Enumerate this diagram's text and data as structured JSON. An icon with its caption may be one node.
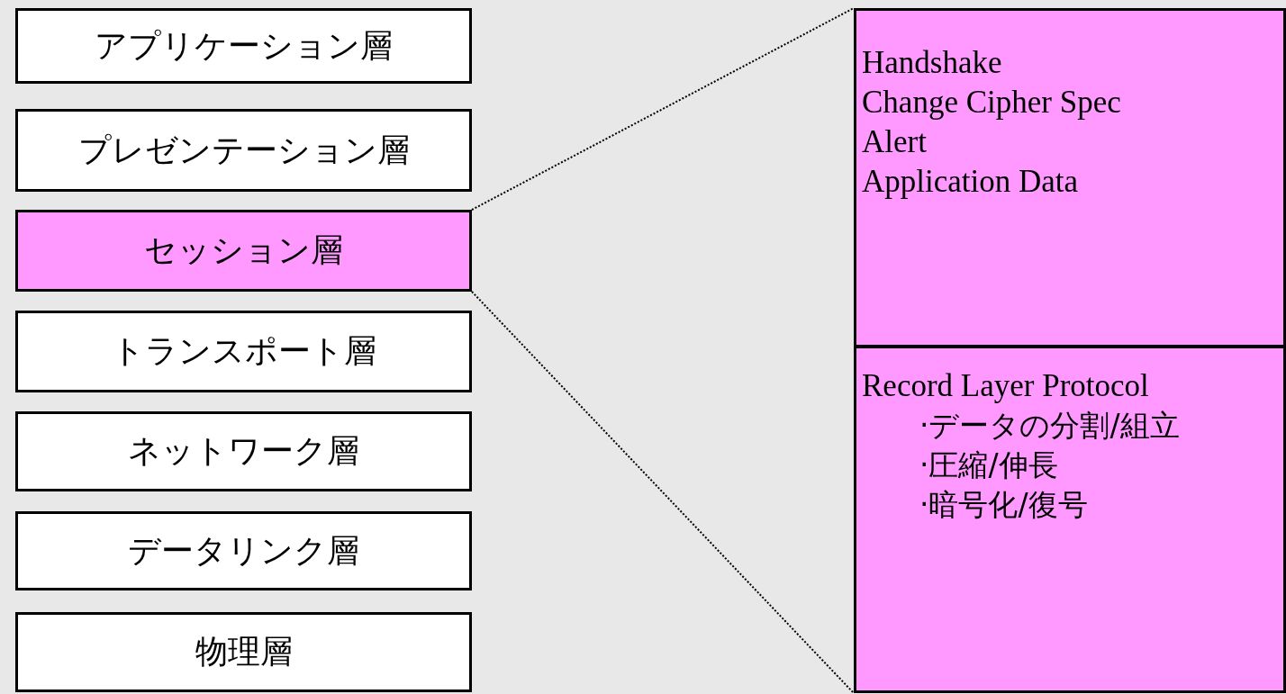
{
  "diagram": {
    "nodes": [
      {
        "text": [
          "アプリケーション層"
        ]
      },
      {
        "text": [
          "プレゼンテーション層"
        ]
      },
      {
        "text": [
          "セッション層"
        ]
      },
      {
        "text": [
          "トランスポート層"
        ]
      },
      {
        "text": [
          "ネットワーク層"
        ]
      },
      {
        "text": [
          "データリンク層"
        ]
      },
      {
        "text": [
          "物理層"
        ]
      },
      {
        "text": [
          "Handshake",
          "Change Cipher Spec",
          "Alert",
          "Application Data"
        ]
      },
      {
        "text": [
          "Record Layer Protocol",
          "·データの分割/組立",
          "·圧縮/伸長",
          "·暗号化/復号"
        ]
      }
    ],
    "edges": [
      {
        "from": 2,
        "to": 7,
        "arrow": "none",
        "style": "dashed"
      },
      {
        "from": 2,
        "to": 8,
        "arrow": "none",
        "style": "dashed"
      }
    ]
  }
}
